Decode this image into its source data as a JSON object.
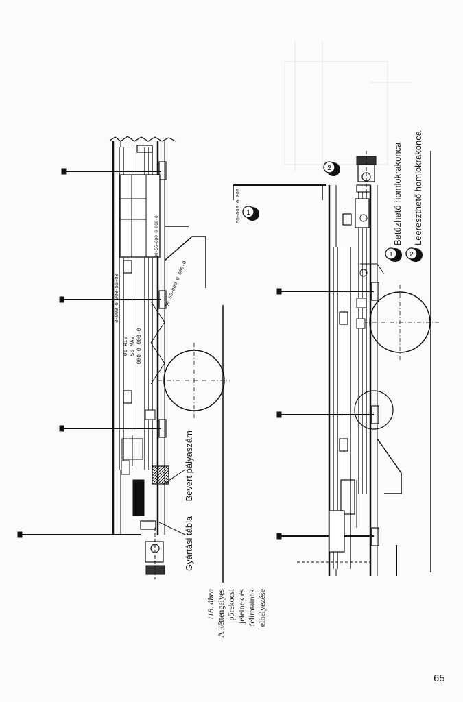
{
  "caption": {
    "number": "118. ábra",
    "lines": [
      "A kéttengelyes",
      "pőrekocsi",
      "jeleinek és",
      "feliratainak",
      "elhelyezése"
    ]
  },
  "labels": {
    "gyartasi_tabla": "Gyártási tábla",
    "bevert_palyaszam": "Bevert pályaszám"
  },
  "legend": [
    {
      "number": "1",
      "text": "Betűzhető homlokrakonca"
    },
    {
      "number": "2",
      "text": "Leereszthető homlokrakonca"
    }
  ],
  "upper_wagon": {
    "number_top": "0-000 0 000-55-00",
    "number_side": "00-55-000 0 000-0",
    "riv_lines": [
      "00 RIV",
      "55 MÁV",
      "000 0 000-0"
    ],
    "panel_number": "00-55-000 0 000-0"
  },
  "lower_wagon": {
    "number_top": "55-000 0 000"
  },
  "page_number": "65"
}
